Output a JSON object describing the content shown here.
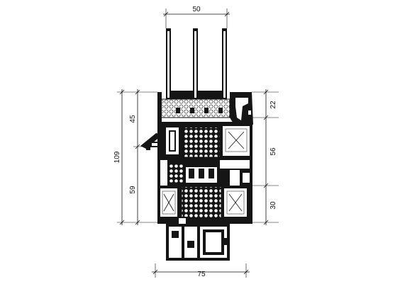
{
  "dimensions": {
    "top_width": "50",
    "bottom_width": "75",
    "left_total": "109",
    "left_upper": "45",
    "left_lower": "59",
    "right_top": "22",
    "right_middle": "56",
    "right_bottom": "30"
  },
  "colors": {
    "profile": "#151515",
    "line": "#111111",
    "background": "#ffffff"
  }
}
